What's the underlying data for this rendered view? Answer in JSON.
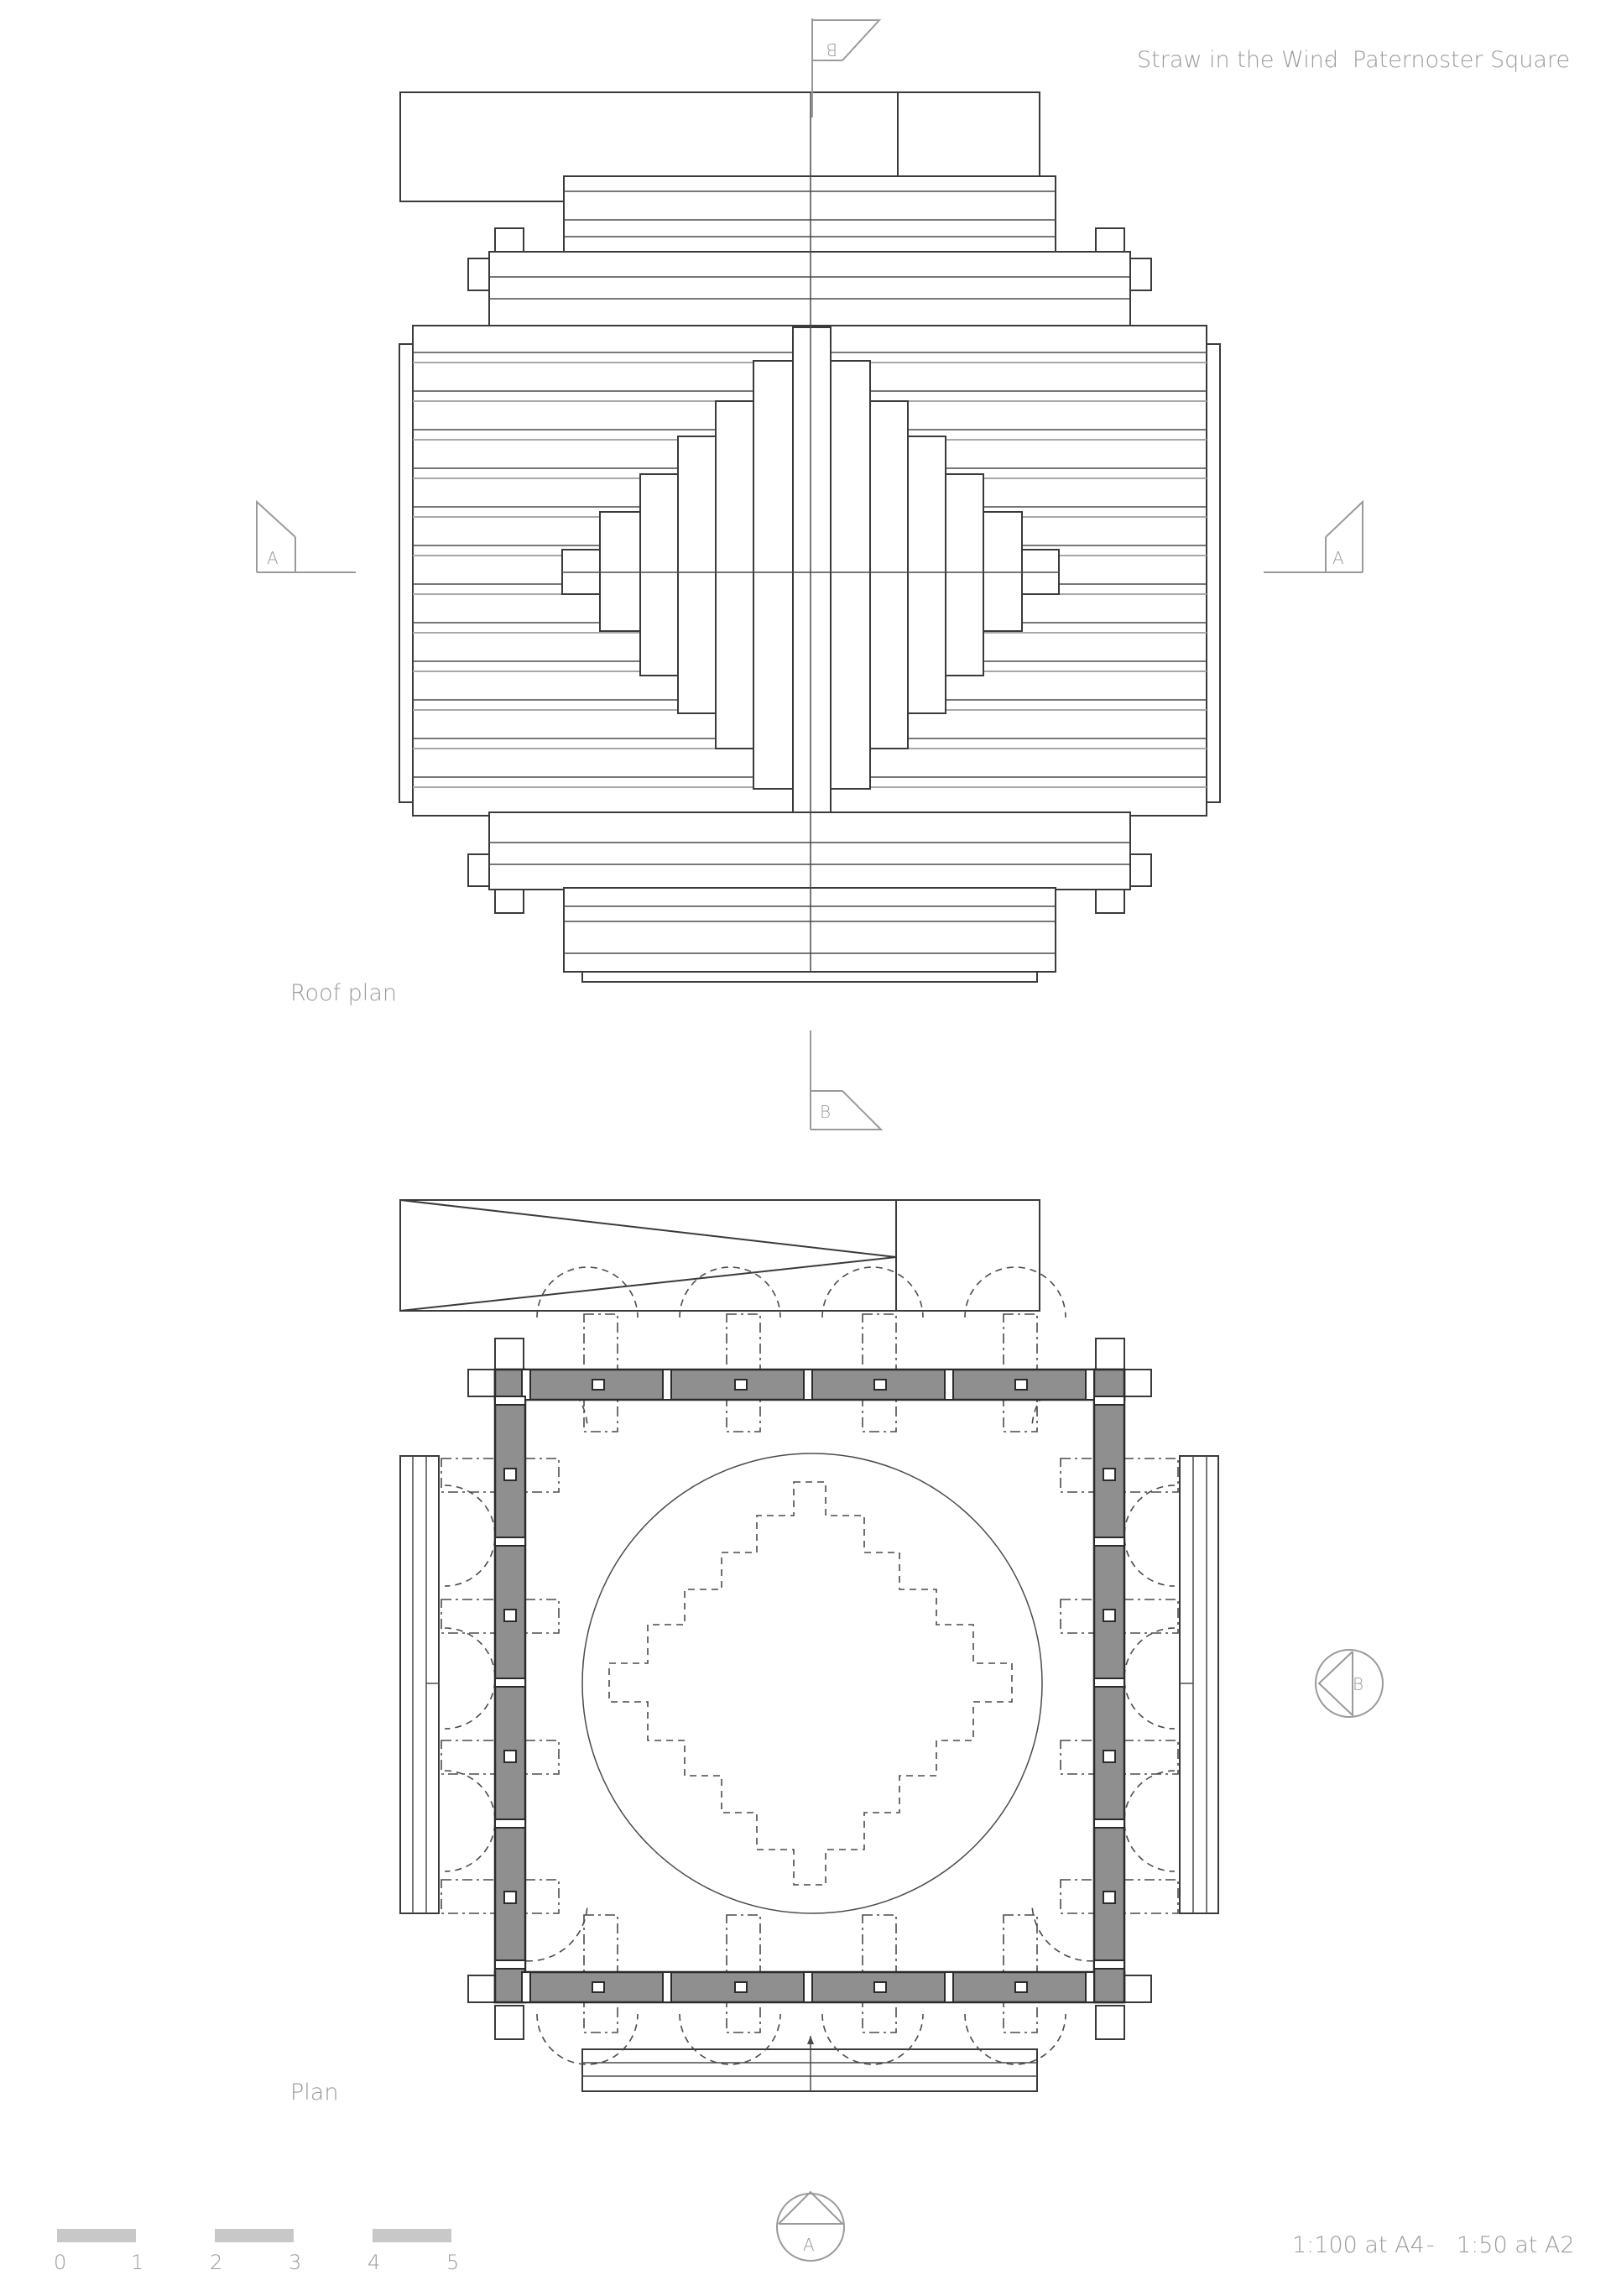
{
  "title_block": {
    "project": "Straw in the Wind",
    "separator": "-",
    "location": "Paternoster Square"
  },
  "drawings": {
    "roof_plan": {
      "label": "Roof plan"
    },
    "plan": {
      "label": "Plan"
    }
  },
  "section_markers": {
    "a": "A",
    "b": "B"
  },
  "scale": {
    "text_a4": "1:100 at A4",
    "separator": "-",
    "text_a2": "1:50 at A2",
    "bar_ticks": [
      "0",
      "1",
      "2",
      "3",
      "4",
      "5"
    ]
  }
}
